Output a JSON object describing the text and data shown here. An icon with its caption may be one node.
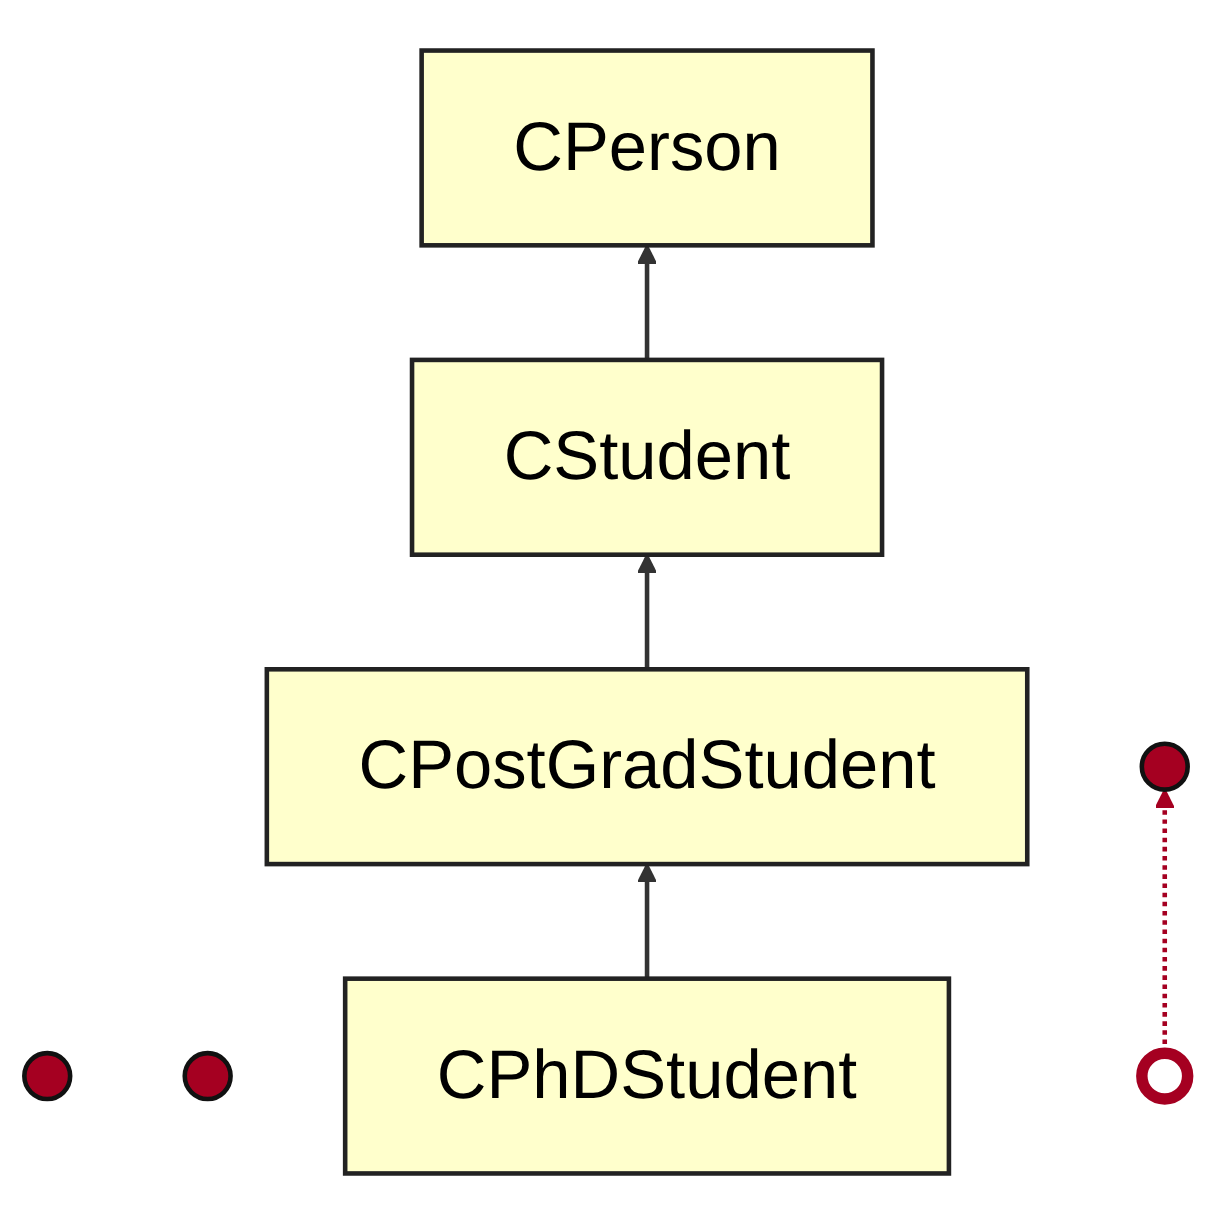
{
  "diagram": {
    "nodes": [
      {
        "text": [
          "CPerson"
        ]
      },
      {
        "text": [],
        "shape": "circle"
      },
      {
        "text": [
          "CStudent"
        ]
      },
      {
        "text": [],
        "shape": "circle"
      },
      {
        "text": [
          "CPostGradStudent"
        ]
      },
      {
        "text": [],
        "shape": "circle"
      },
      {
        "text": [
          "CPhDStudent"
        ]
      },
      {
        "text": [],
        "shape": "circle"
      }
    ],
    "edges": [
      {
        "from": 2,
        "to": 0,
        "arrow": "to"
      },
      {
        "from": 4,
        "to": 2,
        "arrow": "to"
      },
      {
        "from": 6,
        "to": 4,
        "arrow": "to"
      },
      {
        "from": 7,
        "to": 5,
        "arrow": "to",
        "style": "dashed",
        "color": "#a50021"
      }
    ]
  }
}
